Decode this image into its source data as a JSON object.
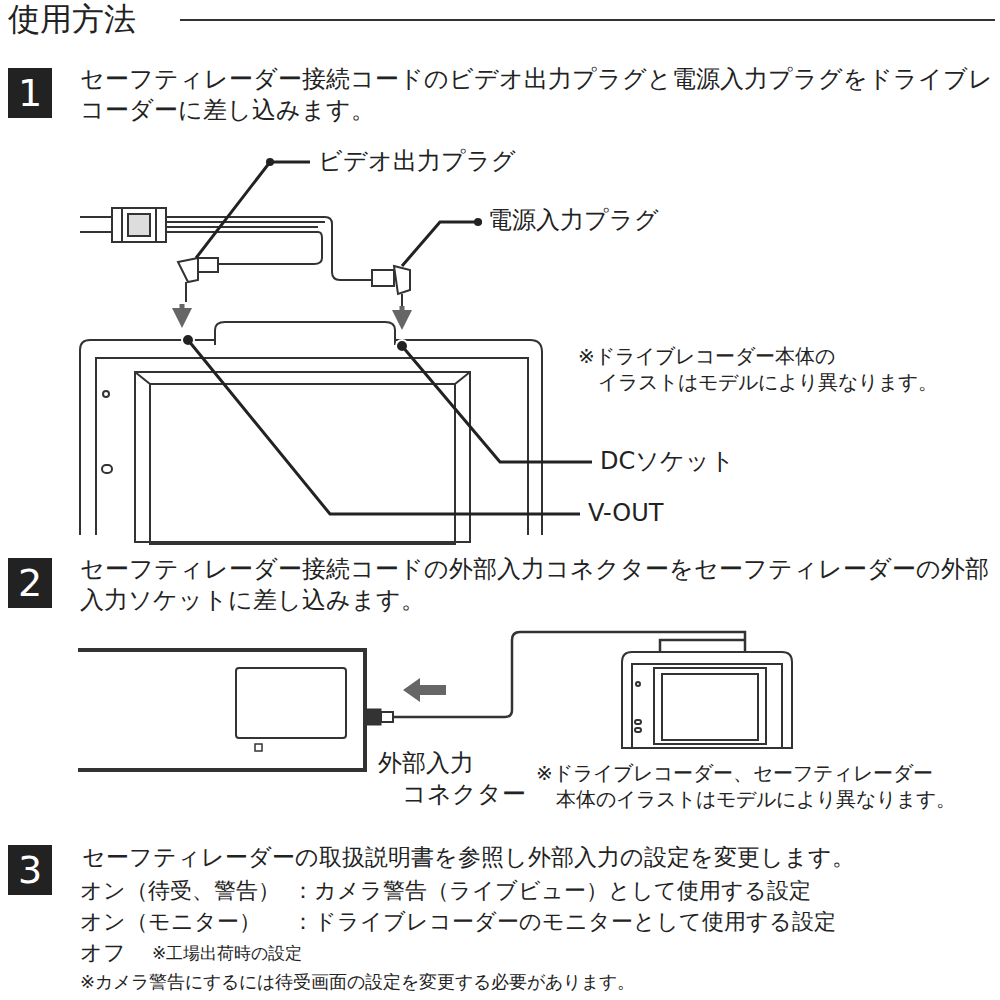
{
  "diagram": {
    "title": "使用方法",
    "nodes": [
      {
        "text": [
          "1"
        ]
      },
      {
        "text": [
          "2"
        ]
      },
      {
        "text": [
          "3"
        ]
      }
    ],
    "edges": [],
    "labels": [
      "セーフティレーダー接続コードのビデオ出力プラグと電源入力プラグをドライブレコーダーに差し込みます。",
      "ビデオ出力プラグ",
      "電源入力プラグ",
      "※ドライブレコーダー本体の イラストはモデルにより異なります。",
      "DCソケット",
      "V-OUT",
      "セーフティレーダー接続コードの外部入力コネクターをセーフティレーダーの外部入力ソケットに差し込みます。",
      "外部入力 コネクター",
      "※ドライブレコーダー、セーフティレーダー 本体のイラストはモデルにより異なります。",
      "セーフティレーダーの取扱説明書を参照し外部入力の設定を変更します。",
      "オン（待受、警告）",
      "：カメラ警告（ライブビュー）として使用する設定",
      "オン（モニター）",
      "：ドライブレコーダーのモニターとして使用する設定",
      "オフ",
      "※工場出荷時の設定",
      "※カメラ警告にするには待受画面の設定を変更する必要があります。"
    ]
  }
}
